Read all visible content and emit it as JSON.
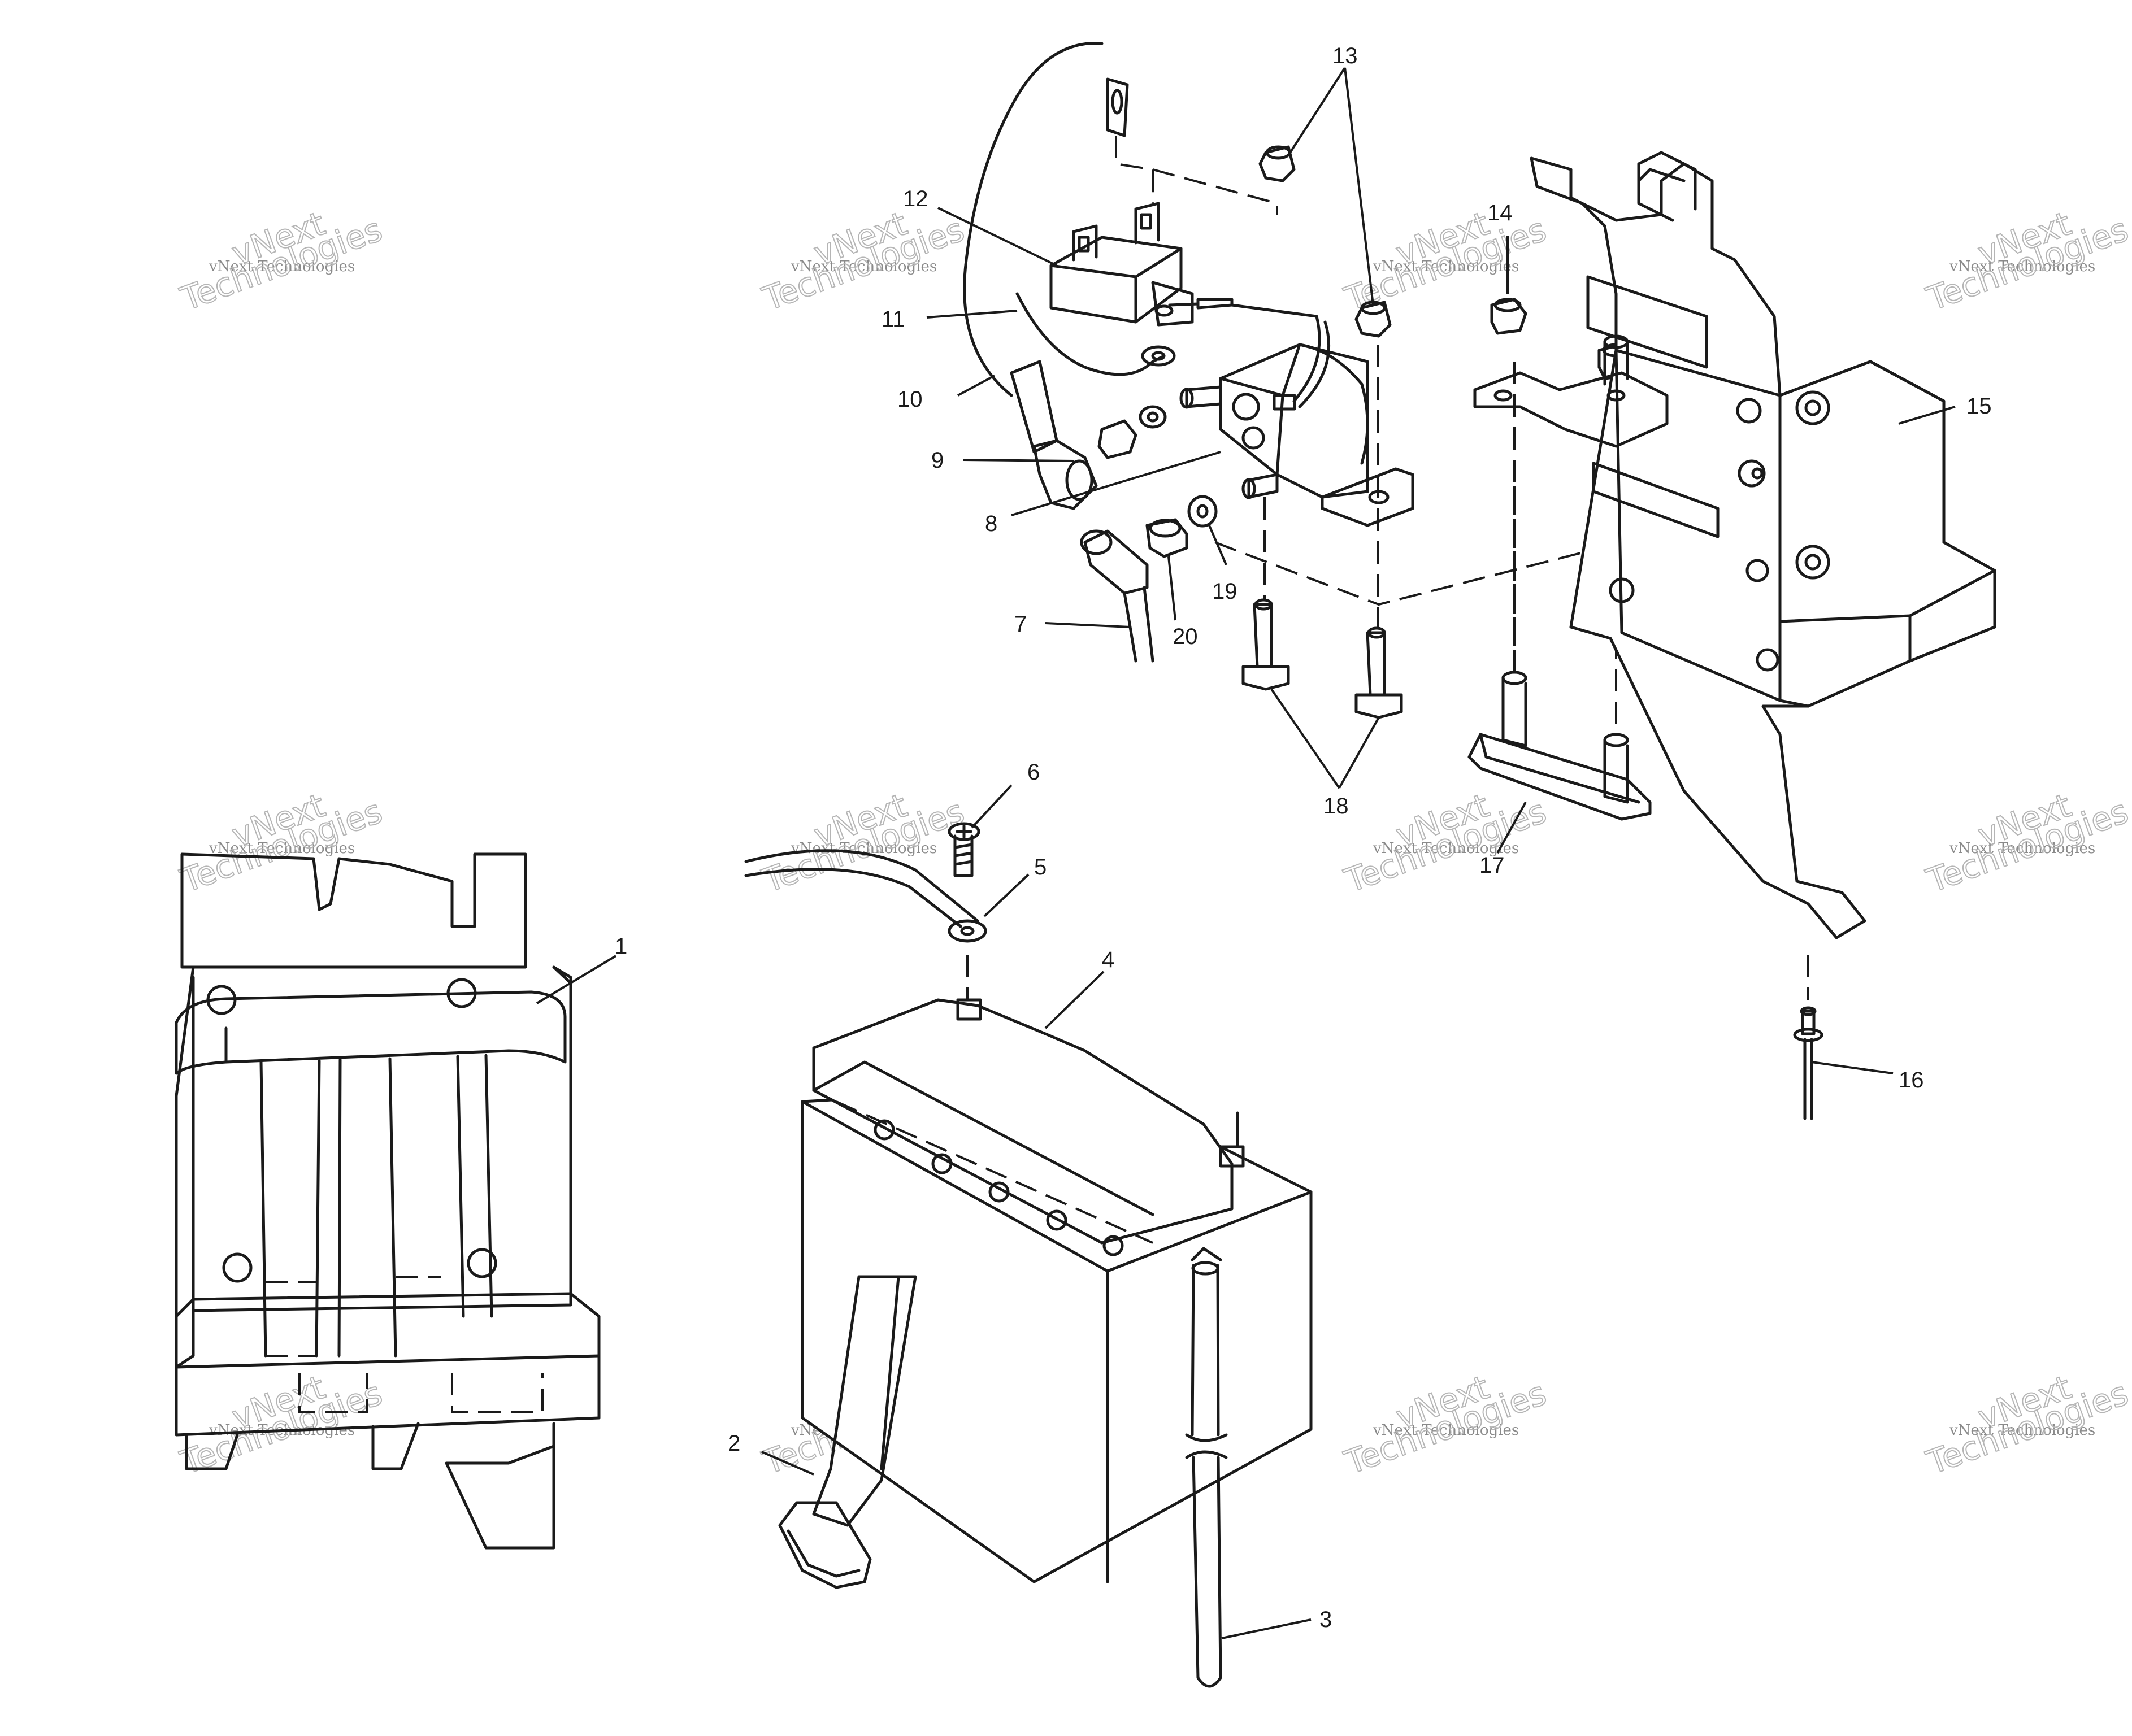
{
  "callouts": [
    {
      "label": "1"
    },
    {
      "label": "2"
    },
    {
      "label": "3"
    },
    {
      "label": "4"
    },
    {
      "label": "5"
    },
    {
      "label": "6"
    },
    {
      "label": "7"
    },
    {
      "label": "8"
    },
    {
      "label": "9"
    },
    {
      "label": "10"
    },
    {
      "label": "11"
    },
    {
      "label": "12"
    },
    {
      "label": "13"
    },
    {
      "label": "14"
    },
    {
      "label": "15"
    },
    {
      "label": "16"
    },
    {
      "label": "17"
    },
    {
      "label": "18"
    },
    {
      "label": "19"
    },
    {
      "label": "20"
    }
  ],
  "watermark": {
    "line1": "vNext Technologies",
    "big1": "vNext",
    "big2": "Technologies"
  },
  "colors": {
    "line_art": "#1a1a1a",
    "background": "#ffffff",
    "watermark": "#b5b5b5"
  }
}
